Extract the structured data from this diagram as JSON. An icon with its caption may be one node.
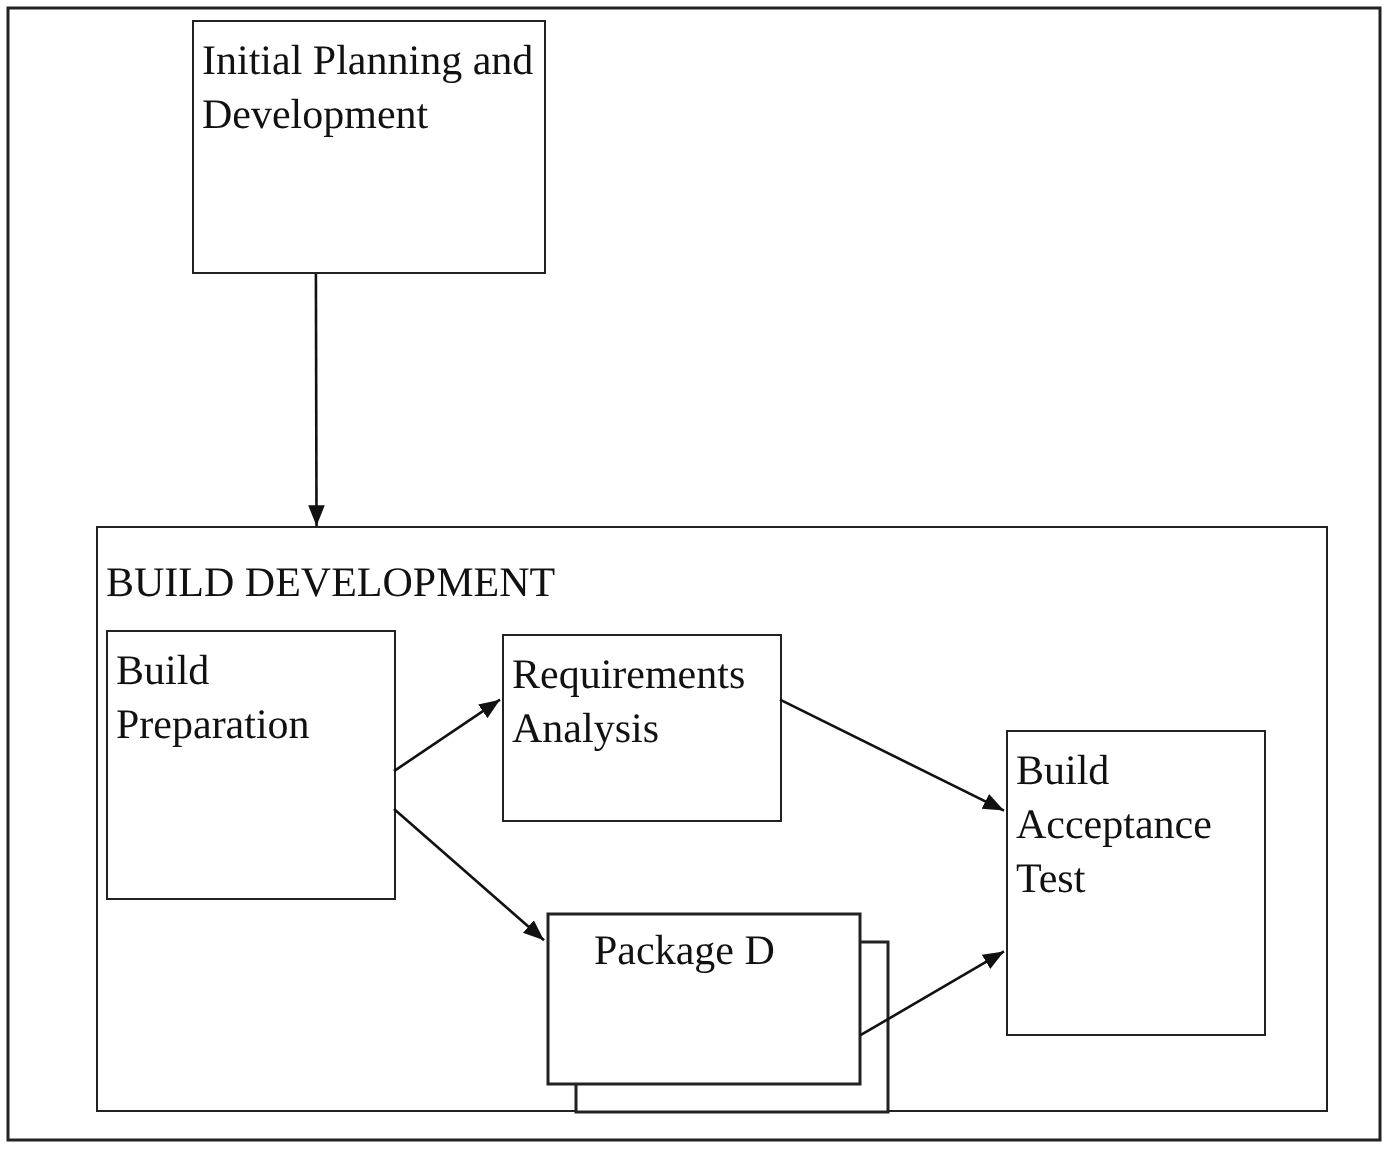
{
  "diagram": {
    "nodes": [
      {
        "text": [
          "Initial Planning and Development"
        ]
      },
      {
        "text": [
          "BUILD DEVELOPMENT"
        ]
      },
      {
        "text": [
          "Build Preparation"
        ],
        "in": 1
      },
      {
        "text": [
          "Requirements Analysis"
        ],
        "in": 1
      },
      {
        "text": [
          "Package D"
        ],
        "in": 1
      },
      {
        "text": [
          "Build Acceptance Test"
        ],
        "in": 1
      }
    ],
    "edges": [
      {
        "from": 0,
        "to": 1,
        "arrow": "to"
      },
      {
        "from": 2,
        "to": 3,
        "arrow": "to"
      },
      {
        "from": 2,
        "to": 4,
        "arrow": "to"
      },
      {
        "from": 3,
        "to": 5,
        "arrow": "to"
      },
      {
        "from": 4,
        "to": 5,
        "arrow": "to"
      }
    ]
  }
}
